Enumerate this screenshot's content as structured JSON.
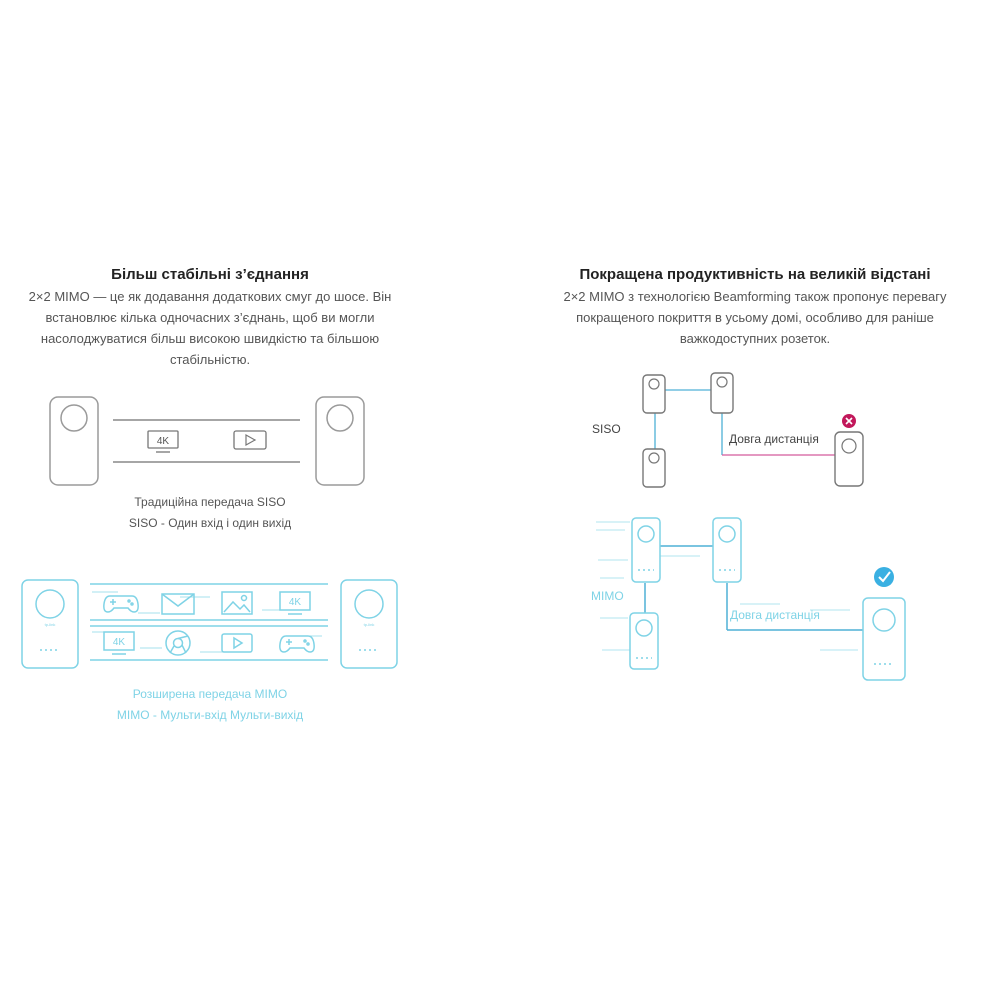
{
  "left": {
    "title": "Більш стабільні з’єднання",
    "desc_lines": [
      "2×2 MIMO — це як додавання додаткових смуг до шосе. Він",
      "встановлює кілька одночасних з’єднань, щоб ви могли",
      "насолоджуватися більш високою швидкістю та більшою",
      "стабільністю."
    ],
    "siso_caption": [
      "Традиційна передача SISO",
      "SISO - Один вхід і один вихід"
    ],
    "mimo_caption": [
      "Розширена передача MIMO",
      "MIMO - Мульти-вхід Мульти-вихід"
    ],
    "badge_4k": "4K",
    "icons_siso": [
      "tv-4k-icon",
      "play-icon"
    ],
    "icons_mimo_row1": [
      "gamepad-icon",
      "mail-icon",
      "image-icon",
      "tv-4k-icon"
    ],
    "icons_mimo_row2": [
      "tv-4k-icon",
      "chrome-icon",
      "play-icon",
      "gamepad-icon"
    ]
  },
  "right": {
    "title": "Покращена продуктивність на великій відстані",
    "desc_lines": [
      "2×2 MIMO з технологією Beamforming також пропонує перевагу",
      "покращеного покриття в усьому домі, особливо для раніше",
      "важкодоступних розеток."
    ],
    "siso_label": "SISO",
    "mimo_label": "MIMO",
    "distance_label_siso": "Довга дистанція",
    "distance_label_mimo": "Довга дистанція",
    "siso_status": "cross-icon",
    "mimo_status": "check-icon"
  },
  "colors": {
    "mimo_accent": "#7fd3e6",
    "link_blue": "#4fb0d6",
    "fail_magenta": "#c2185b",
    "ok_blue": "#3ab0e2",
    "device_border": "#9a9a9a"
  }
}
